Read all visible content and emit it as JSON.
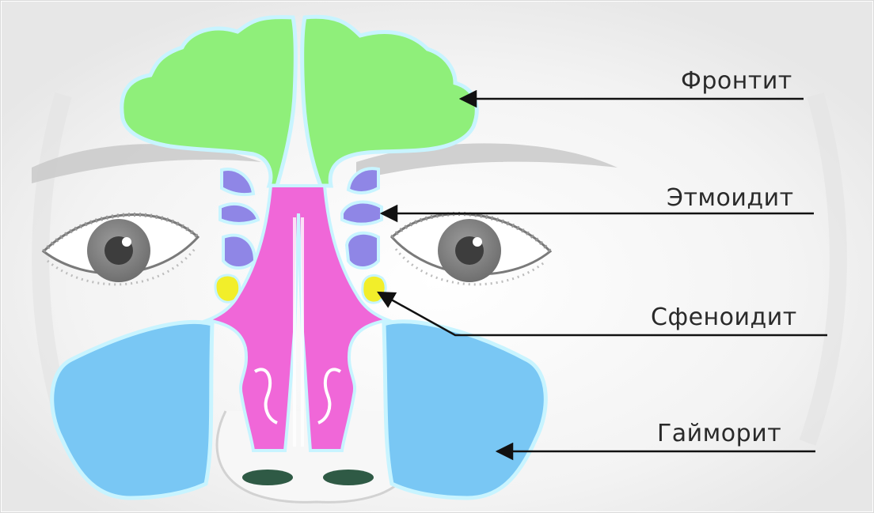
{
  "labels": {
    "frontal": "Фронтит",
    "ethmoid": "Этмоидит",
    "sphenoid": "Сфеноидит",
    "maxillary": "Гайморит"
  },
  "colors": {
    "frontal_sinus": "#8fef7a",
    "ethmoid_sinus": "#8f86e6",
    "sphenoid_sinus": "#f2ee2a",
    "nasal_cavity": "#f067d8",
    "maxillary_sinus": "#79c7f4",
    "sinus_outline": "#c8f4ff",
    "arrow": "#111111"
  }
}
